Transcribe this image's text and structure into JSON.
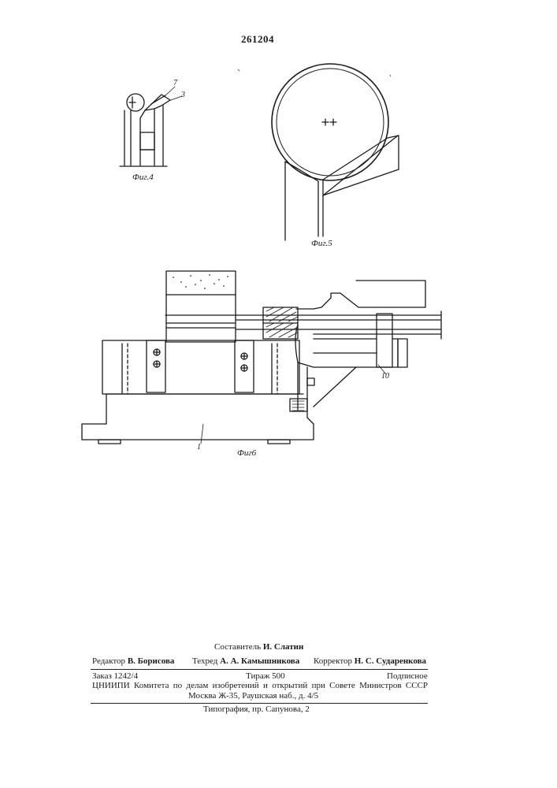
{
  "patent_number": "261204",
  "figures": {
    "fig4": {
      "label": "Фиг.4",
      "callouts": [
        "7",
        "3"
      ]
    },
    "fig5": {
      "label": "Фиг.5"
    },
    "fig6": {
      "label": "Фиг6",
      "callouts": [
        "1",
        "10"
      ]
    }
  },
  "credits": {
    "compiler_role": "Составитель",
    "compiler_name": "И. Слатин",
    "editor_role": "Редактор",
    "editor_name": "В. Борисова",
    "techeditor_role": "Техред",
    "techeditor_name": "А. А. Камышникова",
    "corrector_role": "Корректор",
    "corrector_name": "Н. С. Сударенкова"
  },
  "print_info": {
    "order": "Заказ 1242/4",
    "run": "Тираж 500",
    "subscription": "Подписное",
    "institute_line": "ЦНИИПИ Комитета по делам изобретений и открытий при Совете Министров СССР",
    "address": "Москва Ж-35, Раушская наб., д. 4/5"
  },
  "printing_house": "Типография, пр. Сапунова, 2"
}
